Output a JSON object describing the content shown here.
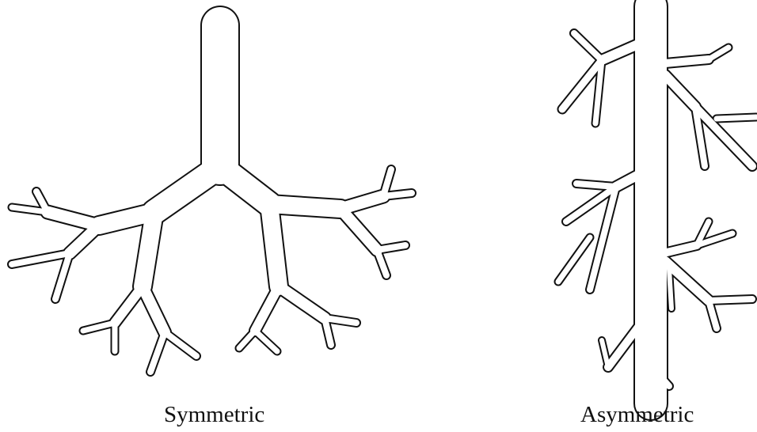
{
  "figure": {
    "background": "#ffffff",
    "line_color": "#111111",
    "panels": [
      {
        "id": "symmetric",
        "caption": "Symmetric"
      },
      {
        "id": "asymmetric",
        "caption": "Asymmetric"
      }
    ]
  }
}
